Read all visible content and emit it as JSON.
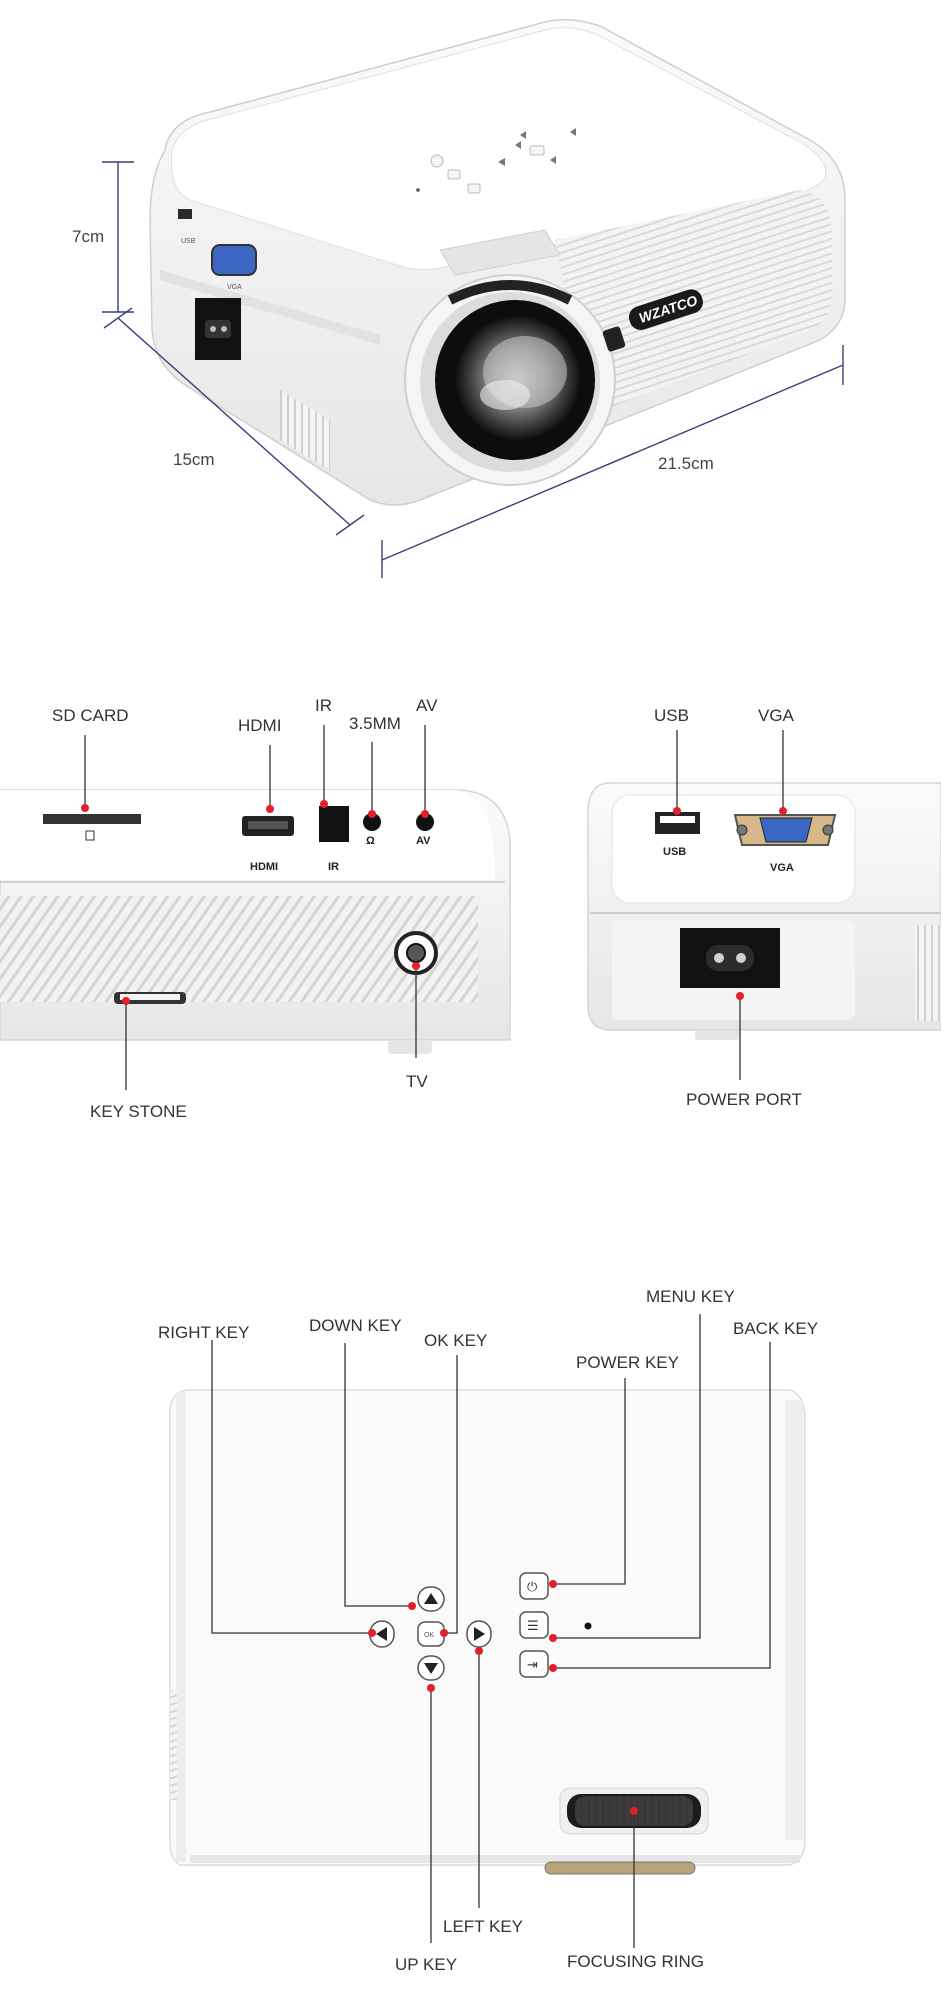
{
  "dimensions": {
    "height": "7cm",
    "depth": "15cm",
    "width": "21.5cm"
  },
  "brand": "WZATCO",
  "ports_front": {
    "sd_card": "SD CARD",
    "hdmi": "HDMI",
    "ir": "IR",
    "audio": "3.5MM",
    "av": "AV",
    "keystone": "KEY STONE",
    "tv": "TV",
    "port_marks": {
      "hdmi": "HDMI",
      "ir": "IR",
      "av": "AV"
    }
  },
  "ports_side": {
    "usb": "USB",
    "vga": "VGA",
    "power": "POWER PORT",
    "port_marks": {
      "usb": "USB",
      "vga": "VGA"
    }
  },
  "top_panel": {
    "right_key": "RIGHT KEY",
    "down_key": "DOWN KEY",
    "ok_key": "OK KEY",
    "power_key": "POWER KEY",
    "menu_key": "MENU KEY",
    "back_key": "BACK KEY",
    "left_key": "LEFT KEY",
    "up_key": "UP KEY",
    "focusing_ring": "FOCUSING RING",
    "ok_mark": "OK"
  },
  "colors": {
    "accent_dot": "#e0202a",
    "dimension_line": "#3a3f7a",
    "vga_port": "#3b67c2"
  },
  "icons": [
    "power-icon",
    "menu-icon",
    "back-icon",
    "arrow-up-icon",
    "arrow-down-icon",
    "arrow-left-icon",
    "arrow-right-icon"
  ]
}
